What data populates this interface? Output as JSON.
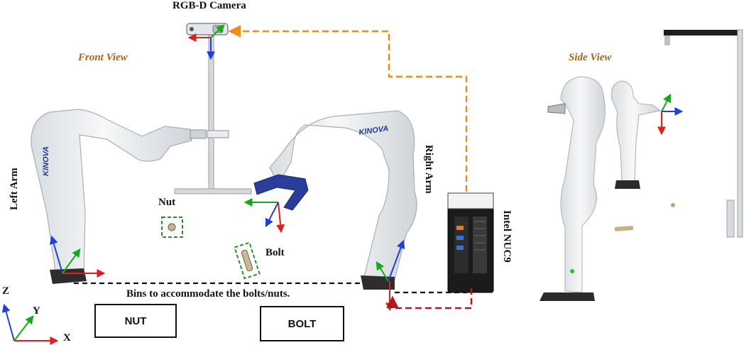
{
  "labels": {
    "camera": "RGB-D Camera",
    "front_view": "Front View",
    "side_view": "Side View",
    "left_arm": "Left Arm",
    "right_arm": "Right Arm",
    "nuc": "Intel NUC9",
    "nut": "Nut",
    "bolt": "Bolt",
    "bins_caption": "Bins to accommodate the bolts/nuts.",
    "bin_nut": "NUT",
    "bin_bolt": "BOLT",
    "brand_left": "KINOVA",
    "brand_right": "KINOVA"
  },
  "axes": {
    "z": "Z",
    "y": "Y",
    "x": "X"
  },
  "colors": {
    "view_label": "#a0651f",
    "cable_usb": "#f08a1c",
    "cable_eth": "#b01c1c",
    "cable_black": "#111111",
    "axis_x": "#e11d1d",
    "axis_y": "#1aa51a",
    "axis_z": "#1f3fd6",
    "detect_box": "#2e8b2e",
    "arm_white": "#eef1f3"
  }
}
